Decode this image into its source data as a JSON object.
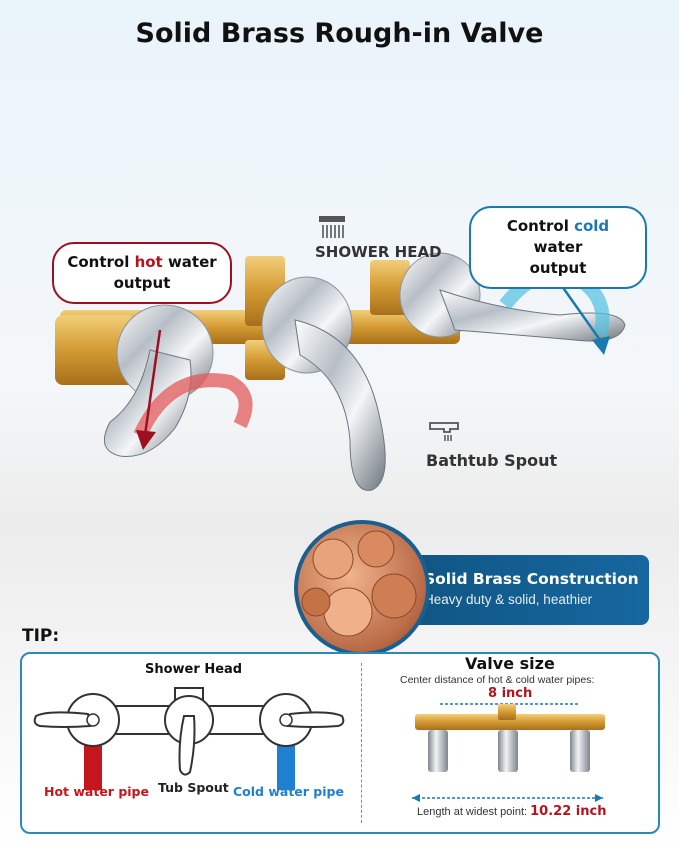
{
  "title": "Solid Brass Rough-in Valve",
  "hot_callout": {
    "prefix": "Control ",
    "highlight": "hot",
    "suffix": " water",
    "line2": "output"
  },
  "cold_callout": {
    "prefix": "Control ",
    "highlight": "cold",
    "suffix": " water",
    "line2": "output"
  },
  "shower_head_label": "SHOWER HEAD",
  "bathtub_spout_label": "Bathtub Spout",
  "banner": {
    "title": "Solid Brass Construction",
    "subtitle": "Heavy duty & solid, heathier"
  },
  "tip": {
    "heading": "TIP:",
    "diagram": {
      "shower_head": "Shower Head",
      "hot_pipe": "Hot water pipe",
      "tub_spout": "Tub Spout",
      "cold_pipe": "Cold water pipe"
    },
    "valve_size": {
      "title": "Valve size",
      "desc": "Center distance of hot & cold water pipes:",
      "center_distance": "8 inch",
      "length_prefix": "Length at widest point: ",
      "length_value": "10.22 inch"
    }
  },
  "colors": {
    "hot": "#b8121e",
    "cold": "#1a7ab0",
    "brand": "#0e4f78",
    "brass": "#d7a13a",
    "chrome": "#c9ced3"
  }
}
